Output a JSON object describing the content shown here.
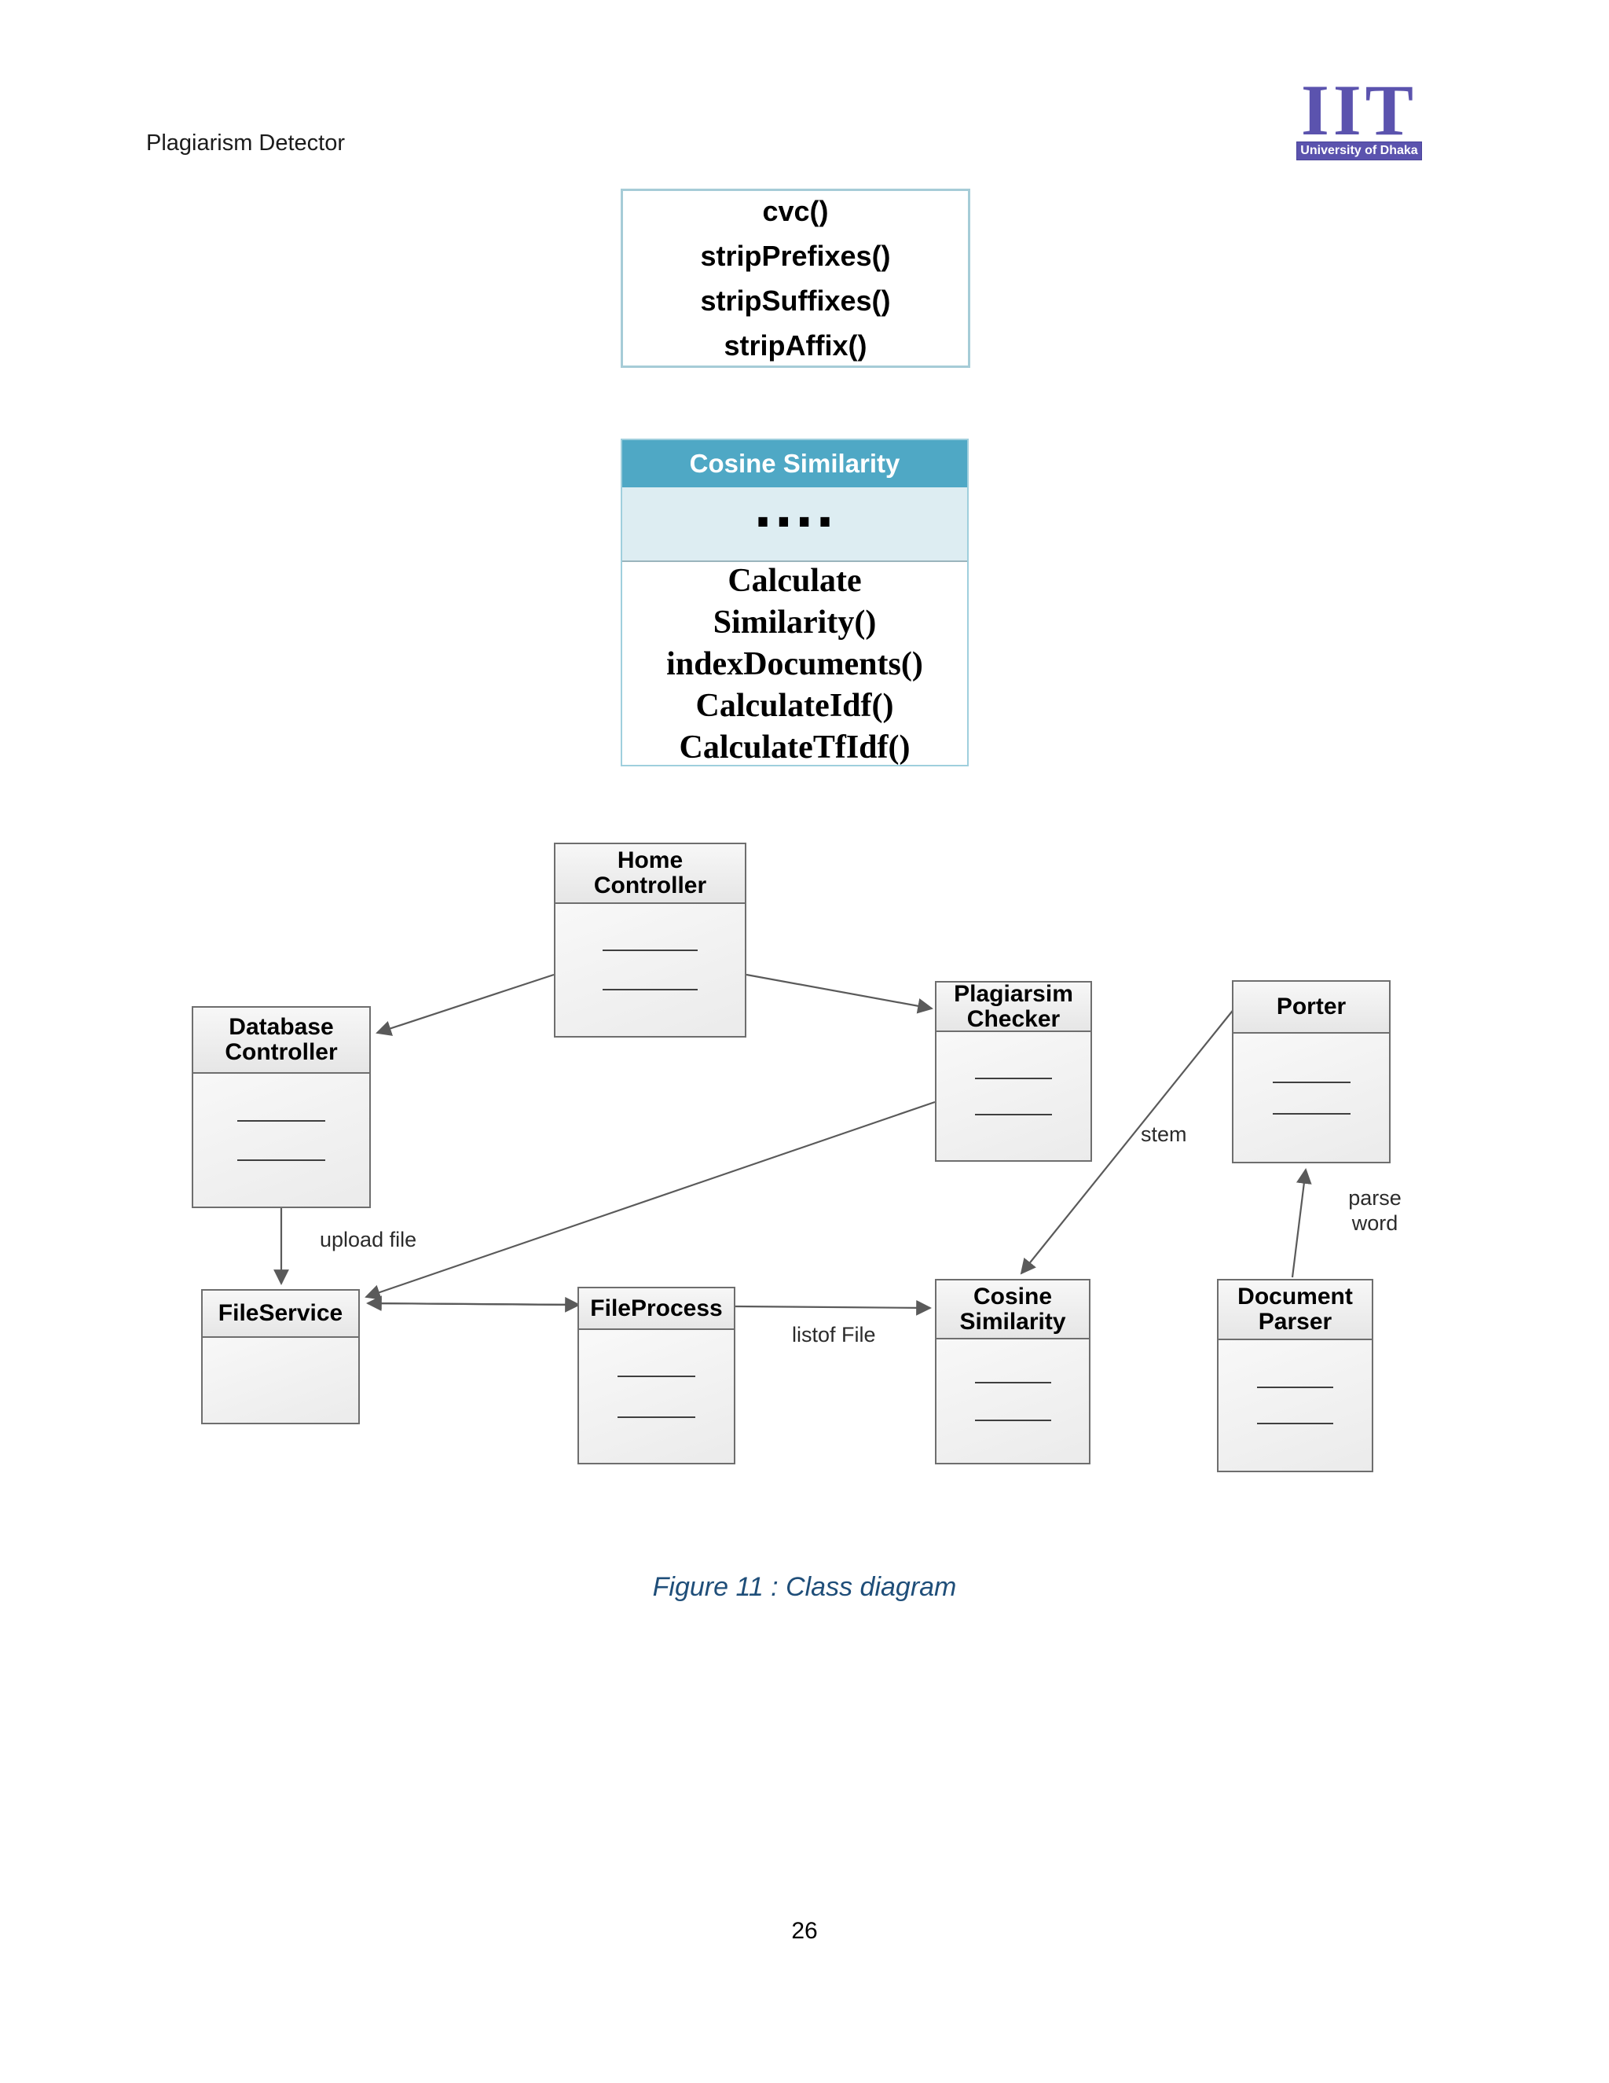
{
  "page": {
    "header_title": "Plagiarism Detector",
    "figure_caption": "Figure 11 : Class diagram",
    "page_number": "26",
    "caption_color": "#1f4e79"
  },
  "logo": {
    "acronym": "IIT",
    "banner_text": "University of Dhaka",
    "color": "#5b53ae"
  },
  "stemmer_box": {
    "methods": [
      "cvc()",
      "stripPrefixes()",
      "stripSuffixes()",
      "stripAffix()"
    ]
  },
  "cosine_box": {
    "title": "Cosine Similarity",
    "attributes_placeholder": "....",
    "method_lines": [
      "Calculate",
      "Similarity()",
      "indexDocuments()",
      "CalculateIdf()",
      "CalculateTfIdf()"
    ],
    "header_bg": "#4fa8c5",
    "band_bg": "#ddedf2",
    "border_color": "#9fcfdd"
  },
  "diagram": {
    "classes": [
      {
        "name": "Home Controller"
      },
      {
        "name": "Database Controller"
      },
      {
        "name": "Plagiarsim Checker"
      },
      {
        "name": "Porter"
      },
      {
        "name": "FileService"
      },
      {
        "name": "FileProcess"
      },
      {
        "name": "Cosine Similarity"
      },
      {
        "name": "Document Parser"
      }
    ],
    "edge_labels": {
      "upload_file": "upload file",
      "listof_file": "listof File",
      "stem": "stem",
      "parse_word": "parse word"
    }
  }
}
